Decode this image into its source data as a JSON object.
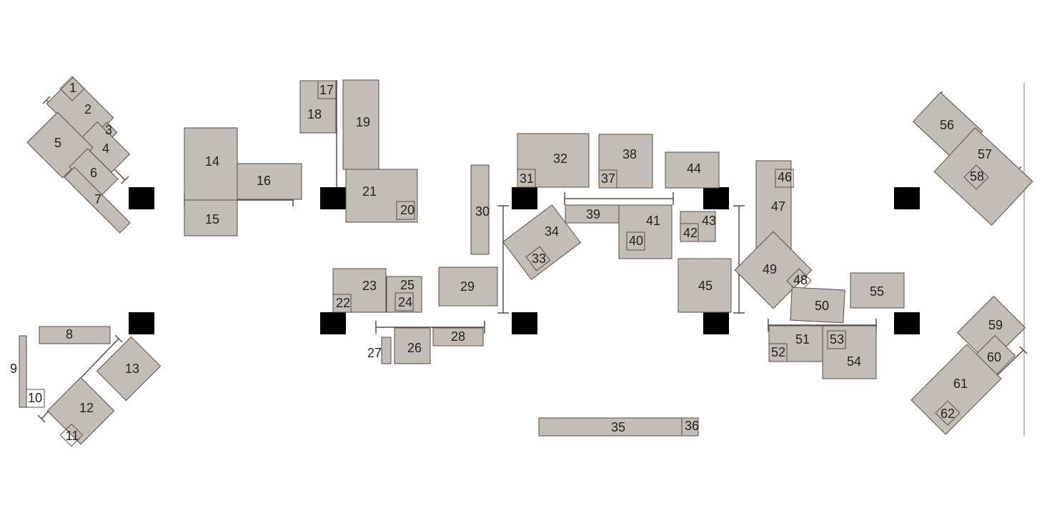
{
  "labels": [
    "1",
    "2",
    "3",
    "4",
    "5",
    "6",
    "7",
    "8",
    "9",
    "10",
    "11",
    "12",
    "13",
    "14",
    "15",
    "16",
    "17",
    "18",
    "19",
    "20",
    "21",
    "22",
    "23",
    "24",
    "25",
    "26",
    "27",
    "28",
    "29",
    "30",
    "31",
    "32",
    "33",
    "34",
    "35",
    "36",
    "37",
    "38",
    "39",
    "40",
    "41",
    "42",
    "43",
    "44",
    "45",
    "46",
    "47",
    "48",
    "49",
    "50",
    "51",
    "52",
    "53",
    "54",
    "55",
    "56",
    "57",
    "58",
    "59",
    "60",
    "61",
    "62"
  ],
  "colors": {
    "unit_fill": "#c2bdb6",
    "unit_stroke": "#5a4b45",
    "pillar": "#000000",
    "background": "#ffffff"
  }
}
